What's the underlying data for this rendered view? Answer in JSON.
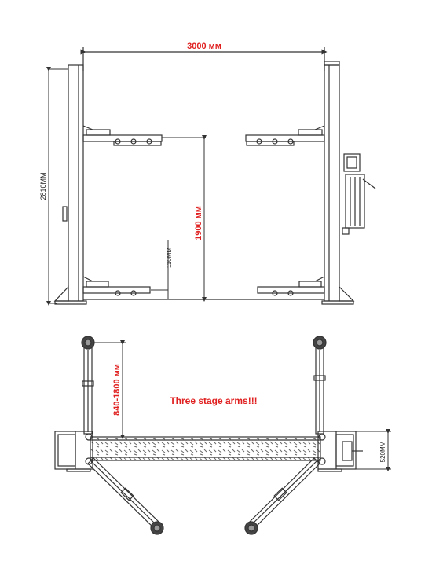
{
  "front_view": {
    "dim_width": "3000 мм",
    "dim_total_height": "2810MM",
    "dim_lift_height": "1900 мм",
    "dim_min_height": "110MM"
  },
  "top_view": {
    "dim_arm_reach": "840-1800 мм",
    "dim_column_depth": "520MM",
    "note": "Three stage arms!!!"
  },
  "colors": {
    "accent": "#e02020",
    "line": "#333333"
  }
}
